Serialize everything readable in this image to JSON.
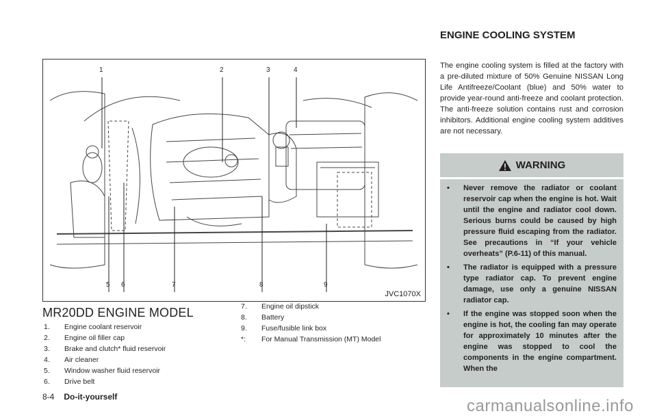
{
  "figure": {
    "id": "JVC1070X",
    "callouts_top": [
      "1",
      "2",
      "3",
      "4"
    ],
    "callouts_bottom": [
      "5",
      "6",
      "7",
      "8",
      "9"
    ]
  },
  "model_title": "MR20DD ENGINE MODEL",
  "legend_left": [
    {
      "num": "1.",
      "text": "Engine coolant reservoir"
    },
    {
      "num": "2.",
      "text": "Engine oil filler cap"
    },
    {
      "num": "3.",
      "text": "Brake and clutch* fluid reservoir"
    },
    {
      "num": "4.",
      "text": "Air cleaner"
    },
    {
      "num": "5.",
      "text": "Window washer fluid reservoir"
    },
    {
      "num": "6.",
      "text": "Drive belt"
    }
  ],
  "legend_right": [
    {
      "num": "7.",
      "text": "Engine oil dipstick"
    },
    {
      "num": "8.",
      "text": "Battery"
    },
    {
      "num": "9.",
      "text": "Fuse/fusible link box"
    },
    {
      "num": "*:",
      "text": "For Manual Transmission (MT) Model"
    }
  ],
  "section": {
    "title": "ENGINE COOLING SYSTEM",
    "intro": "The engine cooling system is filled at the factory with a pre-diluted mixture of 50% Genuine NISSAN Long Life Antifreeze/Coolant (blue) and 50% water to provide year-round anti-freeze and coolant protection. The anti-freeze solution contains rust and corrosion inhibitors. Additional engine cooling system additives are not necessary."
  },
  "warning": {
    "title": "WARNING",
    "icon": "warning-triangle-icon",
    "items": [
      "Never remove the radiator or coolant reservoir cap when the engine is hot. Wait until the engine and radiator cool down. Serious burns could be caused by high pressure fluid escaping from the radiator. See precautions in “If your vehicle overheats” (P.6-11) of this manual.",
      "The radiator is equipped with a pressure type radiator cap. To prevent engine damage, use only a genuine NISSAN radiator cap.",
      "If the engine was stopped soon when the engine is hot, the cooling fan may operate for approximately 10 minutes after the engine was stopped to cool the components in the engine compartment. When the"
    ]
  },
  "footer": {
    "page": "8-4",
    "section": "Do-it-yourself"
  },
  "watermark": "carmanualsonline.info"
}
